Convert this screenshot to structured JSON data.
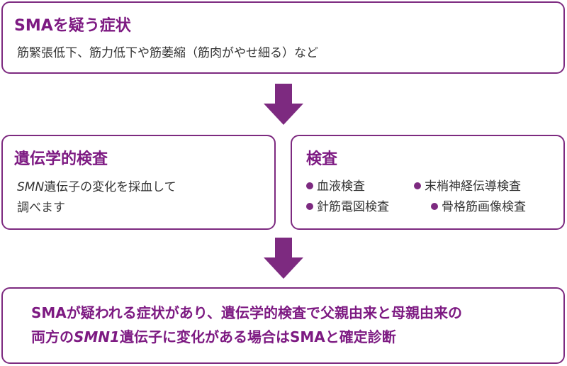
{
  "colors": {
    "accent": "#7d2a80",
    "title": "#7d1a82",
    "text": "#333333"
  },
  "symptoms": {
    "title": "SMAを疑う症状",
    "description": "筋緊張低下、筋力低下や筋萎縮（筋肉がやせ細る）など"
  },
  "genetic_test": {
    "title": "遺伝学的検査",
    "line1_gene": "SMN",
    "line1_rest": "遺伝子の変化を採血して",
    "line2": "調べます"
  },
  "tests": {
    "title": "検査",
    "items": [
      "血液検査",
      "末梢神経伝導検査",
      "針筋電図検査",
      "骨格筋画像検査"
    ]
  },
  "diagnosis": {
    "line1": "SMAが疑われる症状があり、遺伝学的検査で父親由来と母親由来の",
    "line2_pre": "両方の",
    "line2_gene": "SMN1",
    "line2_post": "遺伝子に変化がある場合はSMAと確定診断"
  },
  "icons": {
    "arrow": "down-arrow-icon",
    "bullet": "bullet-dot-icon"
  }
}
